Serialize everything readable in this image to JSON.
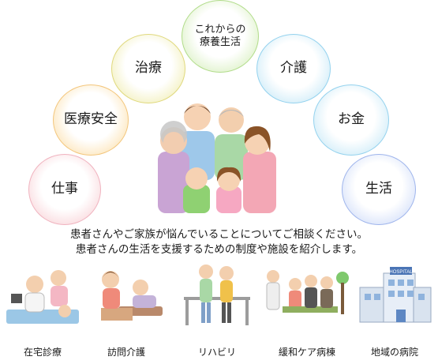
{
  "topics": [
    {
      "id": "work",
      "label": "仕事"
    },
    {
      "id": "safety",
      "label": "医療安全"
    },
    {
      "id": "treatment",
      "label": "治療"
    },
    {
      "id": "future",
      "label_line1": "これからの",
      "label_line2": "療養生活"
    },
    {
      "id": "care",
      "label": "介護"
    },
    {
      "id": "money",
      "label": "お金"
    },
    {
      "id": "life",
      "label": "生活"
    }
  ],
  "message": {
    "line1": "患者さんやご家族が悩んでいることについてご相談ください。",
    "line2": "患者さんの生活を支援するための制度や施設を紹介します。"
  },
  "facilities": [
    {
      "id": "home-care",
      "label": "在宅診療",
      "icon": "home-visit-doctor-illustration"
    },
    {
      "id": "visit-care",
      "label": "訪問介護",
      "icon": "caregiver-feeding-illustration"
    },
    {
      "id": "rehab",
      "label": "リハビリ",
      "icon": "rehabilitation-bars-illustration"
    },
    {
      "id": "palliative",
      "label": "緩和ケア病棟",
      "icon": "palliative-ward-illustration"
    },
    {
      "id": "hospital",
      "label": "地域の病院",
      "icon": "hospital-building-illustration"
    }
  ],
  "hospital_sign": "HOSPITAL",
  "colors": {
    "work": "#f2b8c2",
    "safety": "#f7cf86",
    "treatment": "#e6e08d",
    "future": "#b8e294",
    "care": "#9fd8f0",
    "money": "#9fd8f0",
    "life": "#a7bdf0"
  }
}
